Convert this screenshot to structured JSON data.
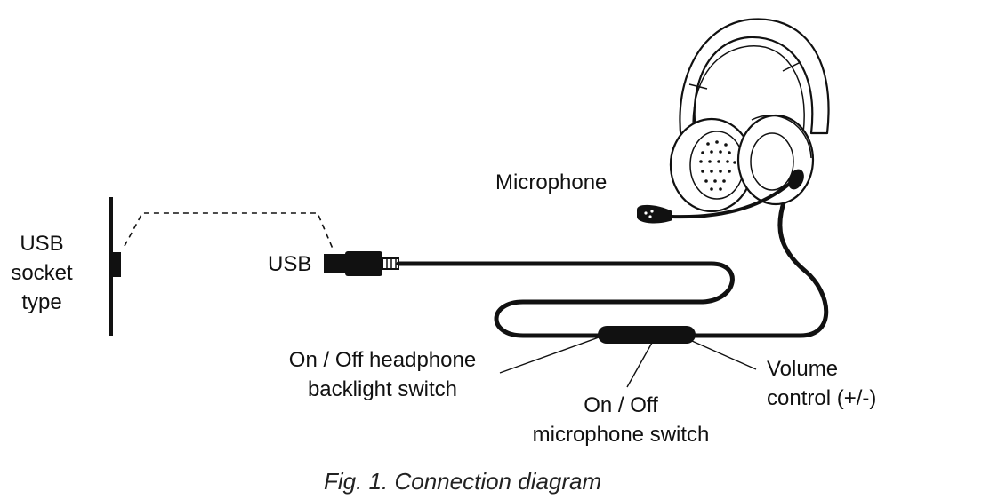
{
  "labels": {
    "usb_socket_type": [
      "USB",
      "socket",
      "type"
    ],
    "usb": "USB",
    "microphone": "Microphone",
    "backlight_switch": [
      "On / Off headphone",
      "backlight switch"
    ],
    "mic_switch": [
      "On / Off",
      "microphone switch"
    ],
    "volume_control": [
      "Volume",
      "control (+/-)"
    ]
  },
  "caption": "Fig. 1. Connection diagram",
  "colors": {
    "line": "#111111",
    "background": "#ffffff"
  }
}
